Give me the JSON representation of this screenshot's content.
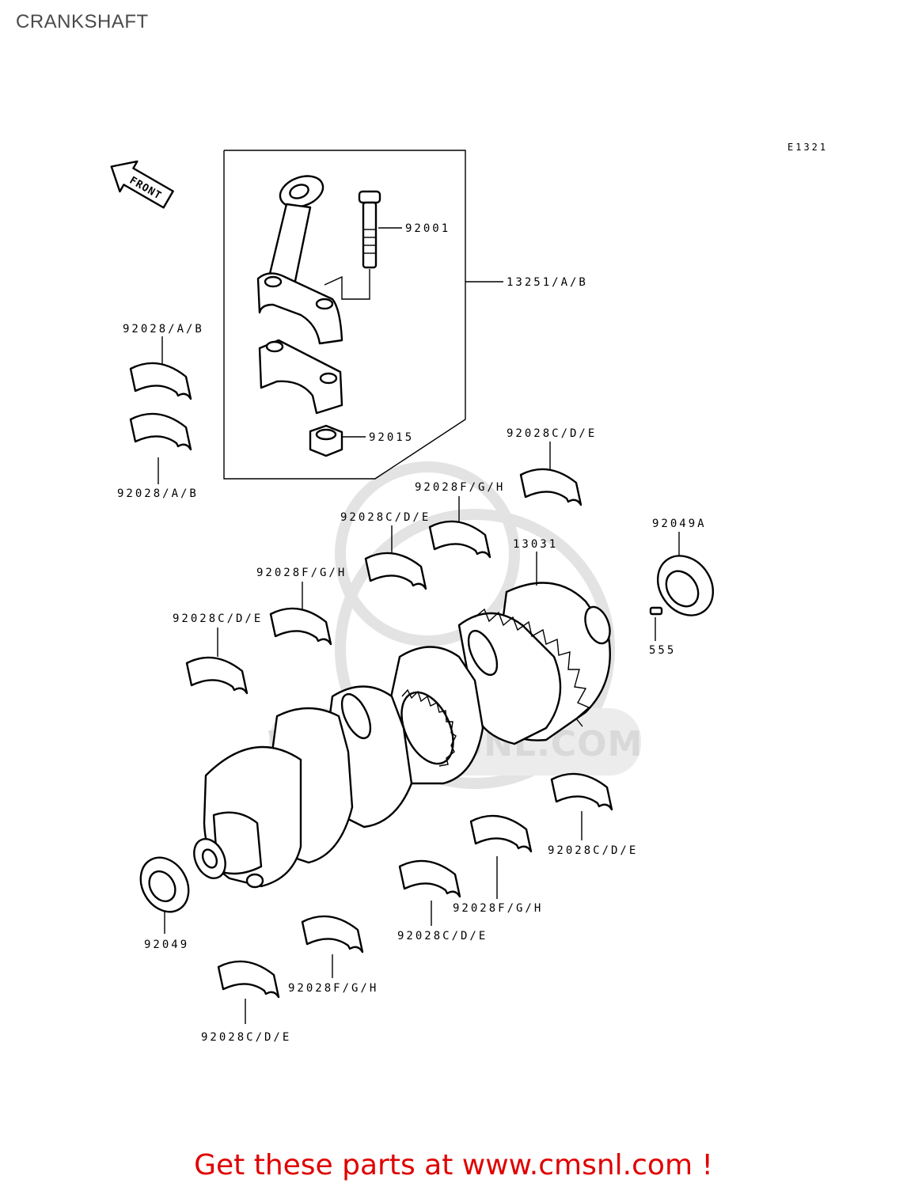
{
  "title": "CRANKSHAFT",
  "figure_code": "E1321",
  "front_label": "FRONT",
  "watermark": "WWW.CMSNL.COM",
  "promo": "Get these parts at www.cmsnl.com !",
  "colors": {
    "promo": "#e00000",
    "title": "#4a4a4a",
    "watermark": "#d9d9d9"
  },
  "labels": {
    "p92001": "92001",
    "p13251": "13251/A/B",
    "p92028ab_top": "92028/A/B",
    "p92028ab_bot": "92028/A/B",
    "p92015": "92015",
    "p92028cde_1": "92028C/D/E",
    "p92028fgh_1": "92028F/G/H",
    "p92028cde_2": "92028C/D/E",
    "p13031": "13031",
    "p92049a": "92049A",
    "p92028fgh_2": "92028F/G/H",
    "p92028cde_3": "92028C/D/E",
    "p555": "555",
    "p92028cde_4": "92028C/D/E",
    "p92028fgh_3": "92028F/G/H",
    "p92049": "92049",
    "p92028cde_5": "92028C/D/E",
    "p92028fgh_4": "92028F/G/H",
    "p92028cde_6": "92028C/D/E"
  }
}
